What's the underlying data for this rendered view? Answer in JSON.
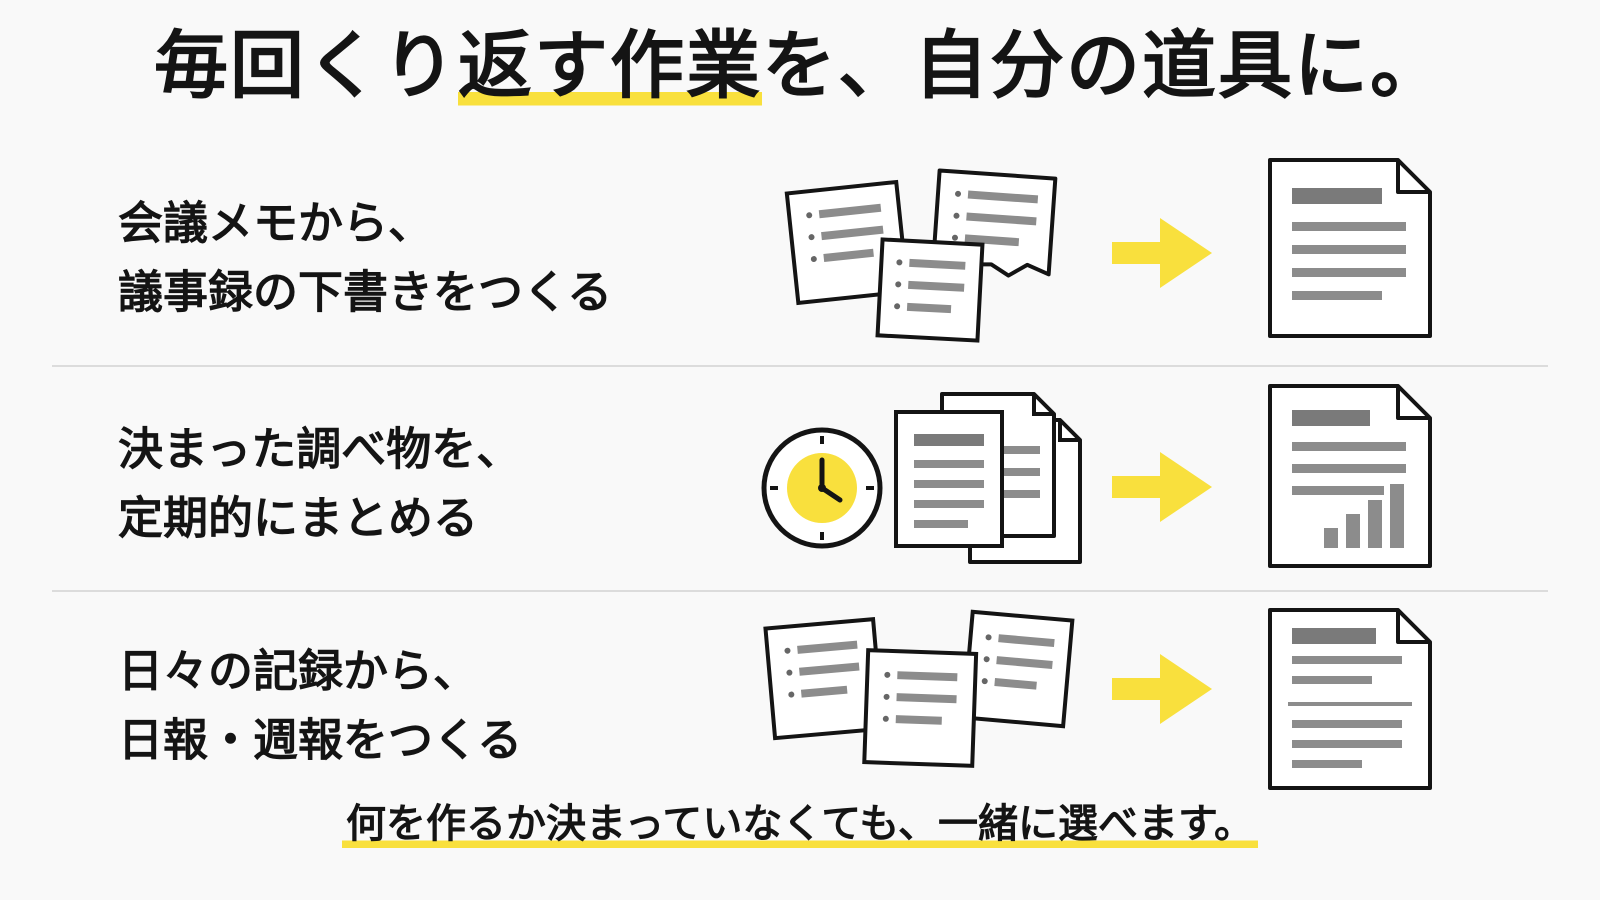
{
  "headline": {
    "pre": "毎回くり",
    "highlight": "返す作業",
    "post": "を、自分の道具に。"
  },
  "colors": {
    "accent": "#f9e03d",
    "ink": "#141414",
    "document_lines": "#8c8c8c",
    "divider": "#dcdcdc"
  },
  "rows": [
    {
      "line1": "会議メモから、",
      "line2": "議事録の下書きをつくる",
      "input_icon": "scattered-memo-pages-icon",
      "output_icon": "draft-document-icon"
    },
    {
      "line1": "決まった調べ物を、",
      "line2": "定期的にまとめる",
      "input_icon": "clock-with-document-stack-icon",
      "output_icon": "report-with-bar-chart-icon"
    },
    {
      "line1": "日々の記録から、",
      "line2": "日報・週報をつくる",
      "input_icon": "scattered-record-pages-icon",
      "output_icon": "daily-weekly-report-icon"
    }
  ],
  "footer": "何を作るか決まっていなくても、一緒に選べます。"
}
